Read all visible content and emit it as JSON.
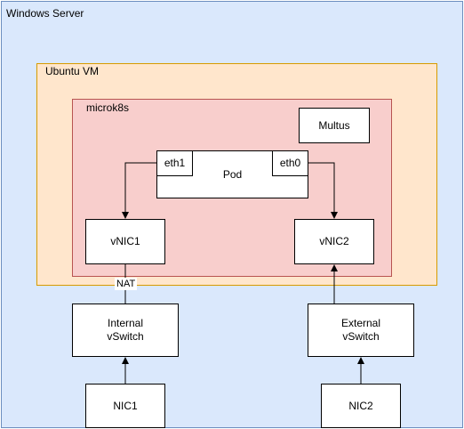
{
  "windows_server": {
    "label": "Windows Server"
  },
  "ubuntu_vm": {
    "label": "Ubuntu VM"
  },
  "microk8s": {
    "label": "microk8s"
  },
  "multus": {
    "label": "Multus"
  },
  "pod": {
    "label": "Pod",
    "eth1": "eth1",
    "eth0": "eth0"
  },
  "vnic1": {
    "label": "vNIC1"
  },
  "vnic2": {
    "label": "vNIC2"
  },
  "nat": {
    "label": "NAT"
  },
  "internal_vswitch": {
    "line1": "Internal",
    "line2": "vSwitch"
  },
  "external_vswitch": {
    "line1": "External",
    "line2": "vSwitch"
  },
  "nic1": {
    "label": "NIC1"
  },
  "nic2": {
    "label": "NIC2"
  }
}
